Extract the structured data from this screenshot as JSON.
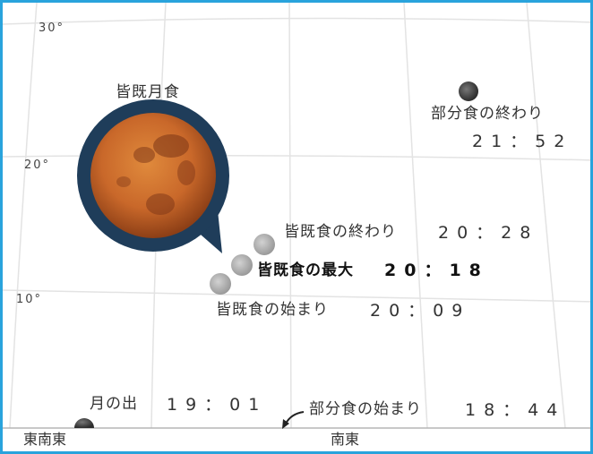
{
  "altitude_labels": [
    "30°",
    "20°",
    "10°"
  ],
  "directions": {
    "left": "東南東",
    "center": "南東"
  },
  "callout_title": "皆既月食",
  "events": {
    "partial_end": {
      "label": "部分食の終わり",
      "time": "21：52"
    },
    "total_end": {
      "label": "皆既食の終わり",
      "time": "20：28"
    },
    "total_max": {
      "label": "皆既食の最大",
      "time": "20：18"
    },
    "total_begin": {
      "label": "皆既食の始まり",
      "time": "20：09"
    },
    "moonrise": {
      "label": "月の出",
      "time": "19：01"
    },
    "partial_begin": {
      "label": "部分食の始まり",
      "time": "18：44"
    }
  },
  "colors": {
    "frame": "#29a3dc",
    "grid": "#e3e3e3",
    "callout": "#1f3d5a",
    "moon_red": "#c9682a"
  }
}
